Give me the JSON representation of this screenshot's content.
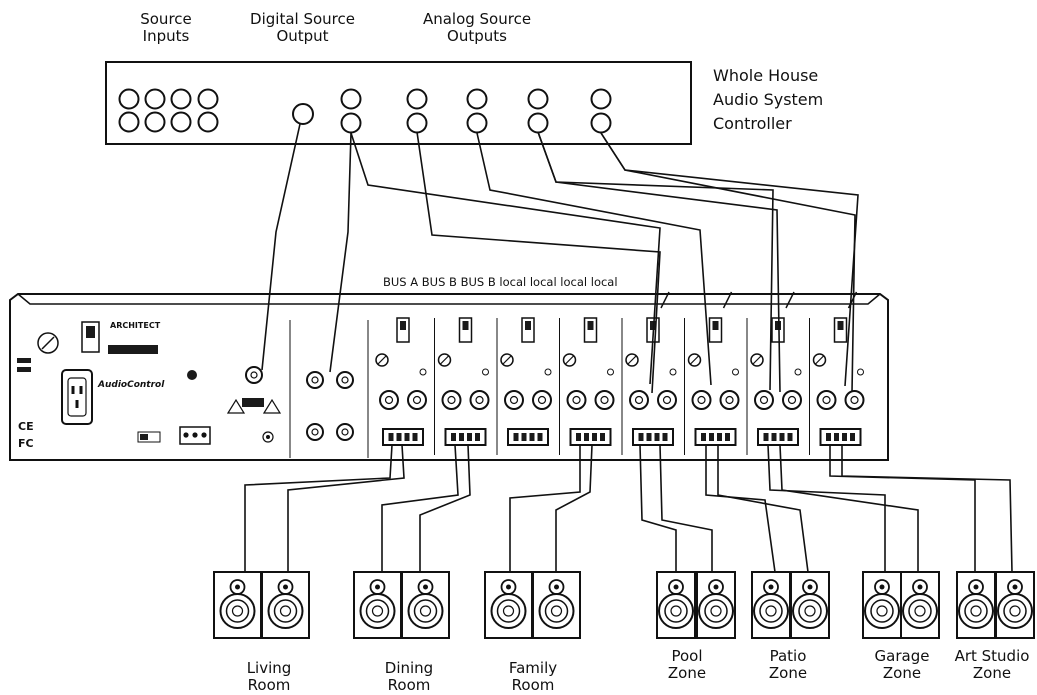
{
  "labels": {
    "source_inputs": "Source\nInputs",
    "digital_source_output": "Digital Source\nOutput",
    "analog_source_outputs": "Analog Source\nOutputs",
    "controller": "Whole House\nAudio System\nController",
    "bus_labels": "BUS A BUS B BUS B local local local local"
  },
  "amplifier": {
    "brand": "ARCHITECT",
    "maker": "AudioControl",
    "certifications": [
      "CE",
      "FC"
    ]
  },
  "zones": [
    {
      "label": "Living\nRoom"
    },
    {
      "label": "Dining\nRoom"
    },
    {
      "label": "Family\nRoom"
    },
    {
      "label": "Pool\nZone"
    },
    {
      "label": "Patio\nZone"
    },
    {
      "label": "Garage\nZone"
    },
    {
      "label": "Art Studio\nZone"
    }
  ],
  "colors": {
    "line": "#111111",
    "panel_fill": "#ffffff",
    "dark_fill": "#1a1a1a"
  }
}
